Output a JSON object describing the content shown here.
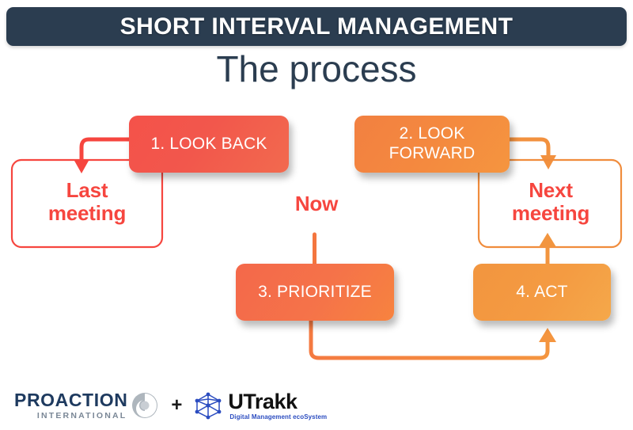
{
  "header": {
    "title": "SHORT INTERVAL MANAGEMENT",
    "subtitle": "The process",
    "bar_color": "#2b3d50"
  },
  "timeline": {
    "periods": [
      {
        "id": "last",
        "label": "Last\nmeeting",
        "border_color": "#f6463f",
        "text_color": "#f6463f"
      },
      {
        "id": "now",
        "label": "Now",
        "border_color": "none",
        "text_color": "#f6463f"
      },
      {
        "id": "next",
        "label": "Next\nmeeting",
        "border_color": "#f08c3c",
        "text_color": "#f6463f"
      }
    ],
    "line_color_start": "#f6463f",
    "line_color_end": "#f2a13f"
  },
  "process": {
    "steps": [
      {
        "number": "1",
        "label": "1. LOOK BACK",
        "color_from": "#f4524a",
        "color_to": "#f26a4e"
      },
      {
        "number": "2",
        "label": "2. LOOK FORWARD",
        "color_from": "#f28041",
        "color_to": "#f5953f"
      },
      {
        "number": "3",
        "label": "3. PRIORITIZE",
        "color_from": "#f4684a",
        "color_to": "#f7833f"
      },
      {
        "number": "4",
        "label": "4. ACT",
        "color_from": "#f2953f",
        "color_to": "#f5a84a"
      }
    ]
  },
  "footer": {
    "proaction": {
      "name": "PROACTION",
      "tagline": "INTERNATIONAL"
    },
    "separator": "+",
    "utrakk": {
      "name": "UTrakk",
      "tagline": "Digital Management ecoSystem"
    }
  }
}
